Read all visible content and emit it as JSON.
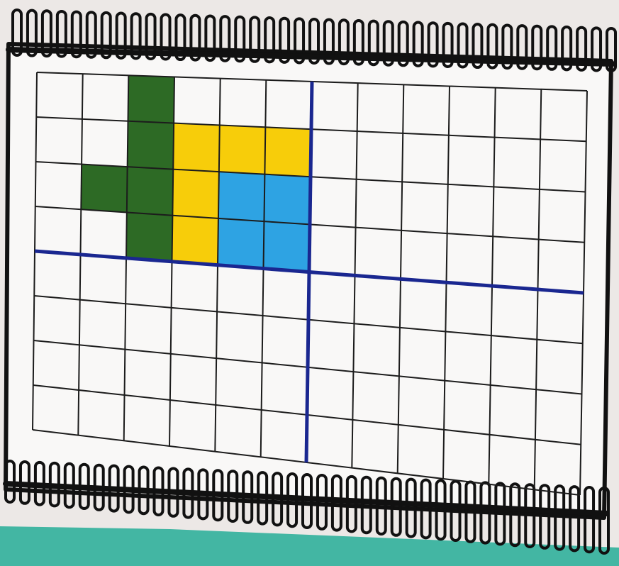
{
  "colors": {
    "background": "#ece8e6",
    "table": "#43b6a3",
    "card": "#f9f8f7",
    "ink": "#111111",
    "grid": "#1c1c1c",
    "axis": "#1a2790",
    "green": "#2d6a25",
    "yellow": "#f7cd0a",
    "blue": "#2ea3e3"
  },
  "grid": {
    "columns": 12,
    "rows": 8
  },
  "axes": {
    "vertical_after_column": 6,
    "horizontal_after_row": 4
  },
  "shaded_cells": [
    {
      "row": 1,
      "col": 3,
      "fill": "green"
    },
    {
      "row": 2,
      "col": 3,
      "fill": "green"
    },
    {
      "row": 3,
      "col": 2,
      "fill": "green"
    },
    {
      "row": 3,
      "col": 3,
      "fill": "green"
    },
    {
      "row": 4,
      "col": 3,
      "fill": "green"
    },
    {
      "row": 2,
      "col": 4,
      "fill": "yellow"
    },
    {
      "row": 2,
      "col": 5,
      "fill": "yellow"
    },
    {
      "row": 2,
      "col": 6,
      "fill": "yellow"
    },
    {
      "row": 3,
      "col": 4,
      "fill": "yellow"
    },
    {
      "row": 4,
      "col": 4,
      "fill": "yellow"
    },
    {
      "row": 3,
      "col": 5,
      "fill": "blue"
    },
    {
      "row": 3,
      "col": 6,
      "fill": "blue"
    },
    {
      "row": 4,
      "col": 5,
      "fill": "blue"
    },
    {
      "row": 4,
      "col": 6,
      "fill": "blue"
    }
  ]
}
